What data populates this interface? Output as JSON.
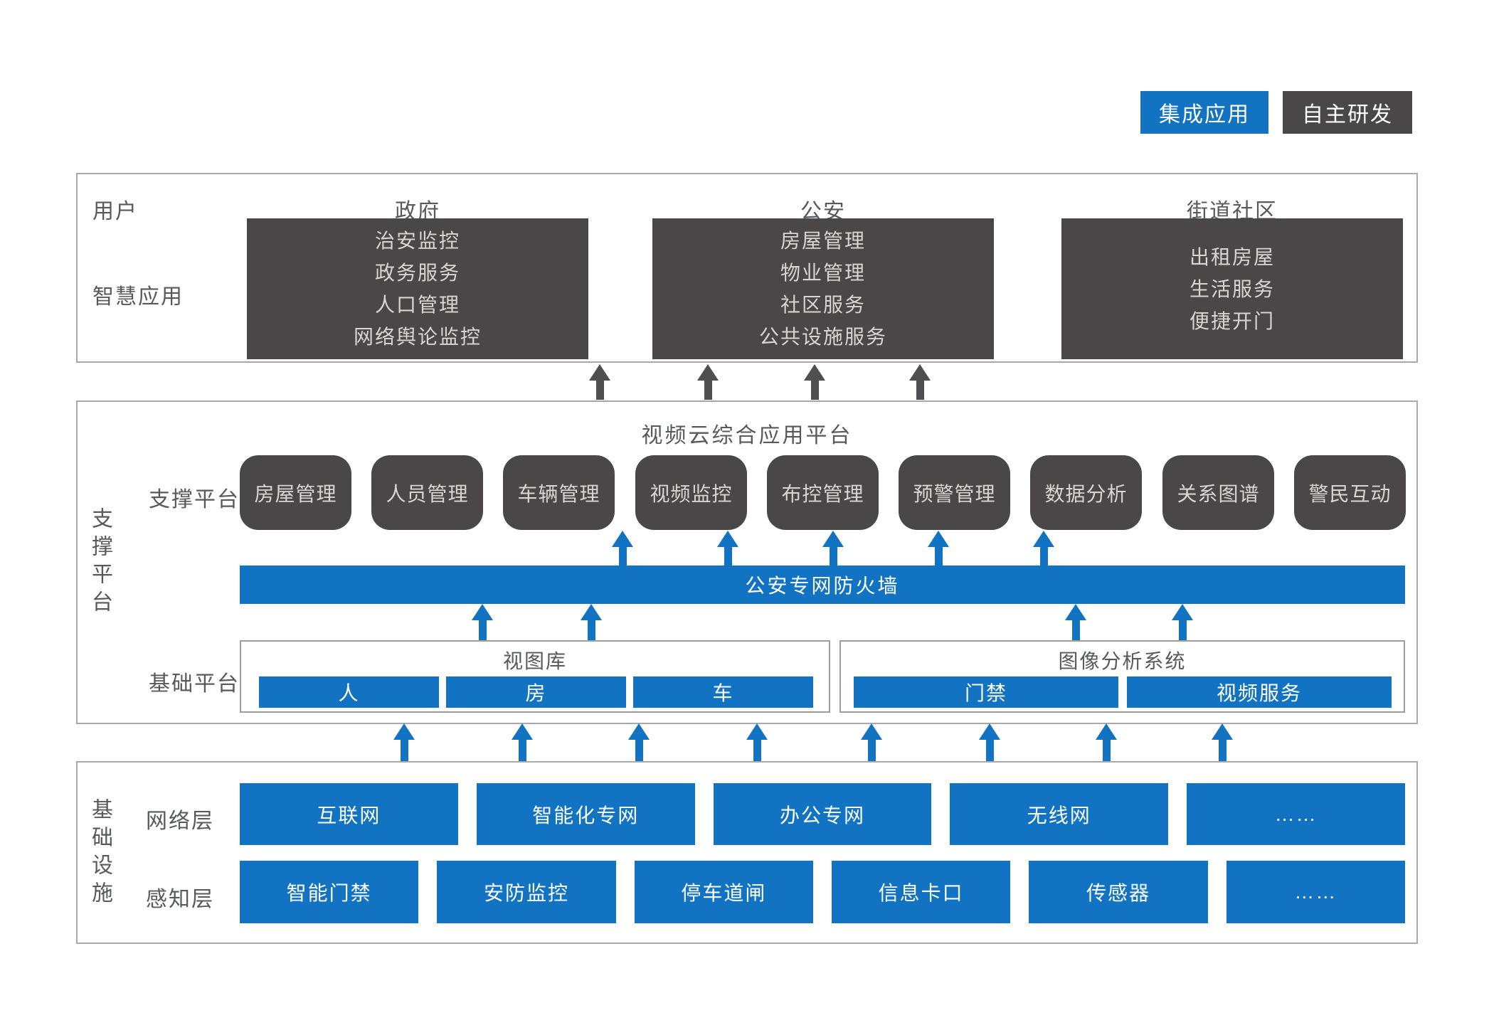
{
  "colors": {
    "accent_blue": "#1173c1",
    "dark_gray": "#4a4748",
    "border_gray": "#a9a9a9",
    "label_text": "#58595c"
  },
  "legend": {
    "integrated_label": "集成应用",
    "self_developed_label": "自主研发"
  },
  "user_section": {
    "user_label": "用户",
    "app_label": "智慧应用",
    "columns": [
      {
        "header": "政府",
        "items": [
          "治安监控",
          "政务服务",
          "人口管理",
          "网络舆论监控"
        ]
      },
      {
        "header": "公安",
        "items": [
          "房屋管理",
          "物业管理",
          "社区服务",
          "公共设施服务"
        ]
      },
      {
        "header": "街道社区",
        "items": [
          "出租房屋",
          "生活服务",
          "便捷开门"
        ]
      }
    ]
  },
  "platform_section": {
    "side_label": "支撑平台",
    "title": "视频云综合应用平台",
    "support_label": "支撑平台",
    "support_modules": [
      "房屋管理",
      "人员管理",
      "车辆管理",
      "视频监控",
      "布控管理",
      "预警管理",
      "数据分析",
      "关系图谱",
      "警民互动"
    ],
    "firewall_label": "公安专网防火墙",
    "base_label": "基础平台",
    "base_groups": [
      {
        "title": "视图库",
        "items": [
          "人",
          "房",
          "车"
        ]
      },
      {
        "title": "图像分析系统",
        "items": [
          "门禁",
          "视频服务"
        ]
      }
    ]
  },
  "infra_section": {
    "side_label": "基础设施",
    "network_label": "网络层",
    "network_items": [
      "互联网",
      "智能化专网",
      "办公专网",
      "无线网",
      "……"
    ],
    "sensing_label": "感知层",
    "sensing_items": [
      "智能门禁",
      "安防监控",
      "停车道闸",
      "信息卡口",
      "传感器",
      "……"
    ]
  }
}
